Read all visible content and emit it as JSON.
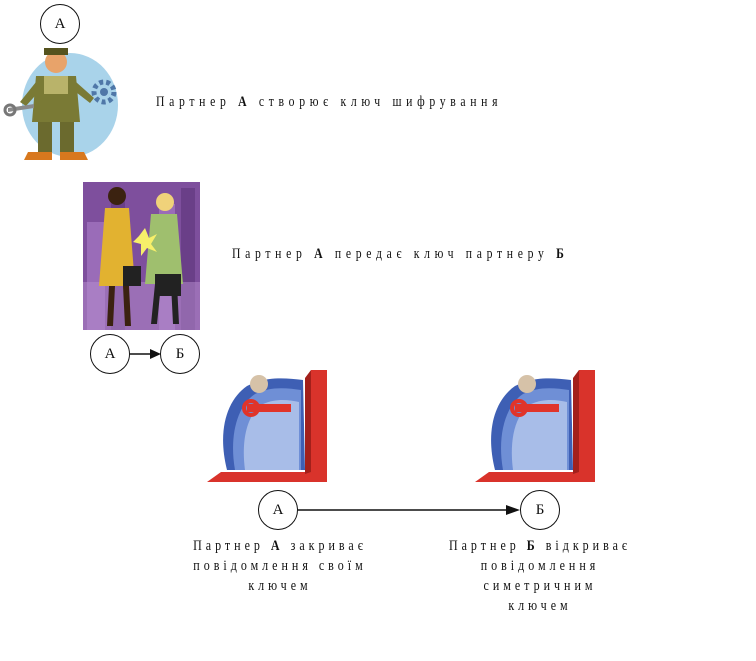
{
  "colors": {
    "ink": "#111111",
    "red": "#d9332b",
    "purple": "#7e4f9d",
    "blue": "#3e5fb4"
  },
  "step1": {
    "node": "А",
    "caption_pre": "Партнер ",
    "caption_bold": "А",
    "caption_post": " створює ключ шифрування"
  },
  "step2": {
    "node_a": "А",
    "node_b": "Б",
    "caption_pre": "Партнер ",
    "caption_bold": "А",
    "caption_mid": " передає ключ партнеру ",
    "caption_bold2": "Б"
  },
  "step3": {
    "node_a": "А",
    "node_b": "Б",
    "left_pre": "Партнер ",
    "left_bold": "А",
    "left_l1_post": " закриває",
    "left_l2": "повідомлення своїм",
    "left_l3": "ключем",
    "right_pre": "Партнер ",
    "right_bold": "Б",
    "right_l1_post": " відкриває",
    "right_l2": "повідомлення",
    "right_l3": "симетричним",
    "right_l4": "ключем"
  }
}
